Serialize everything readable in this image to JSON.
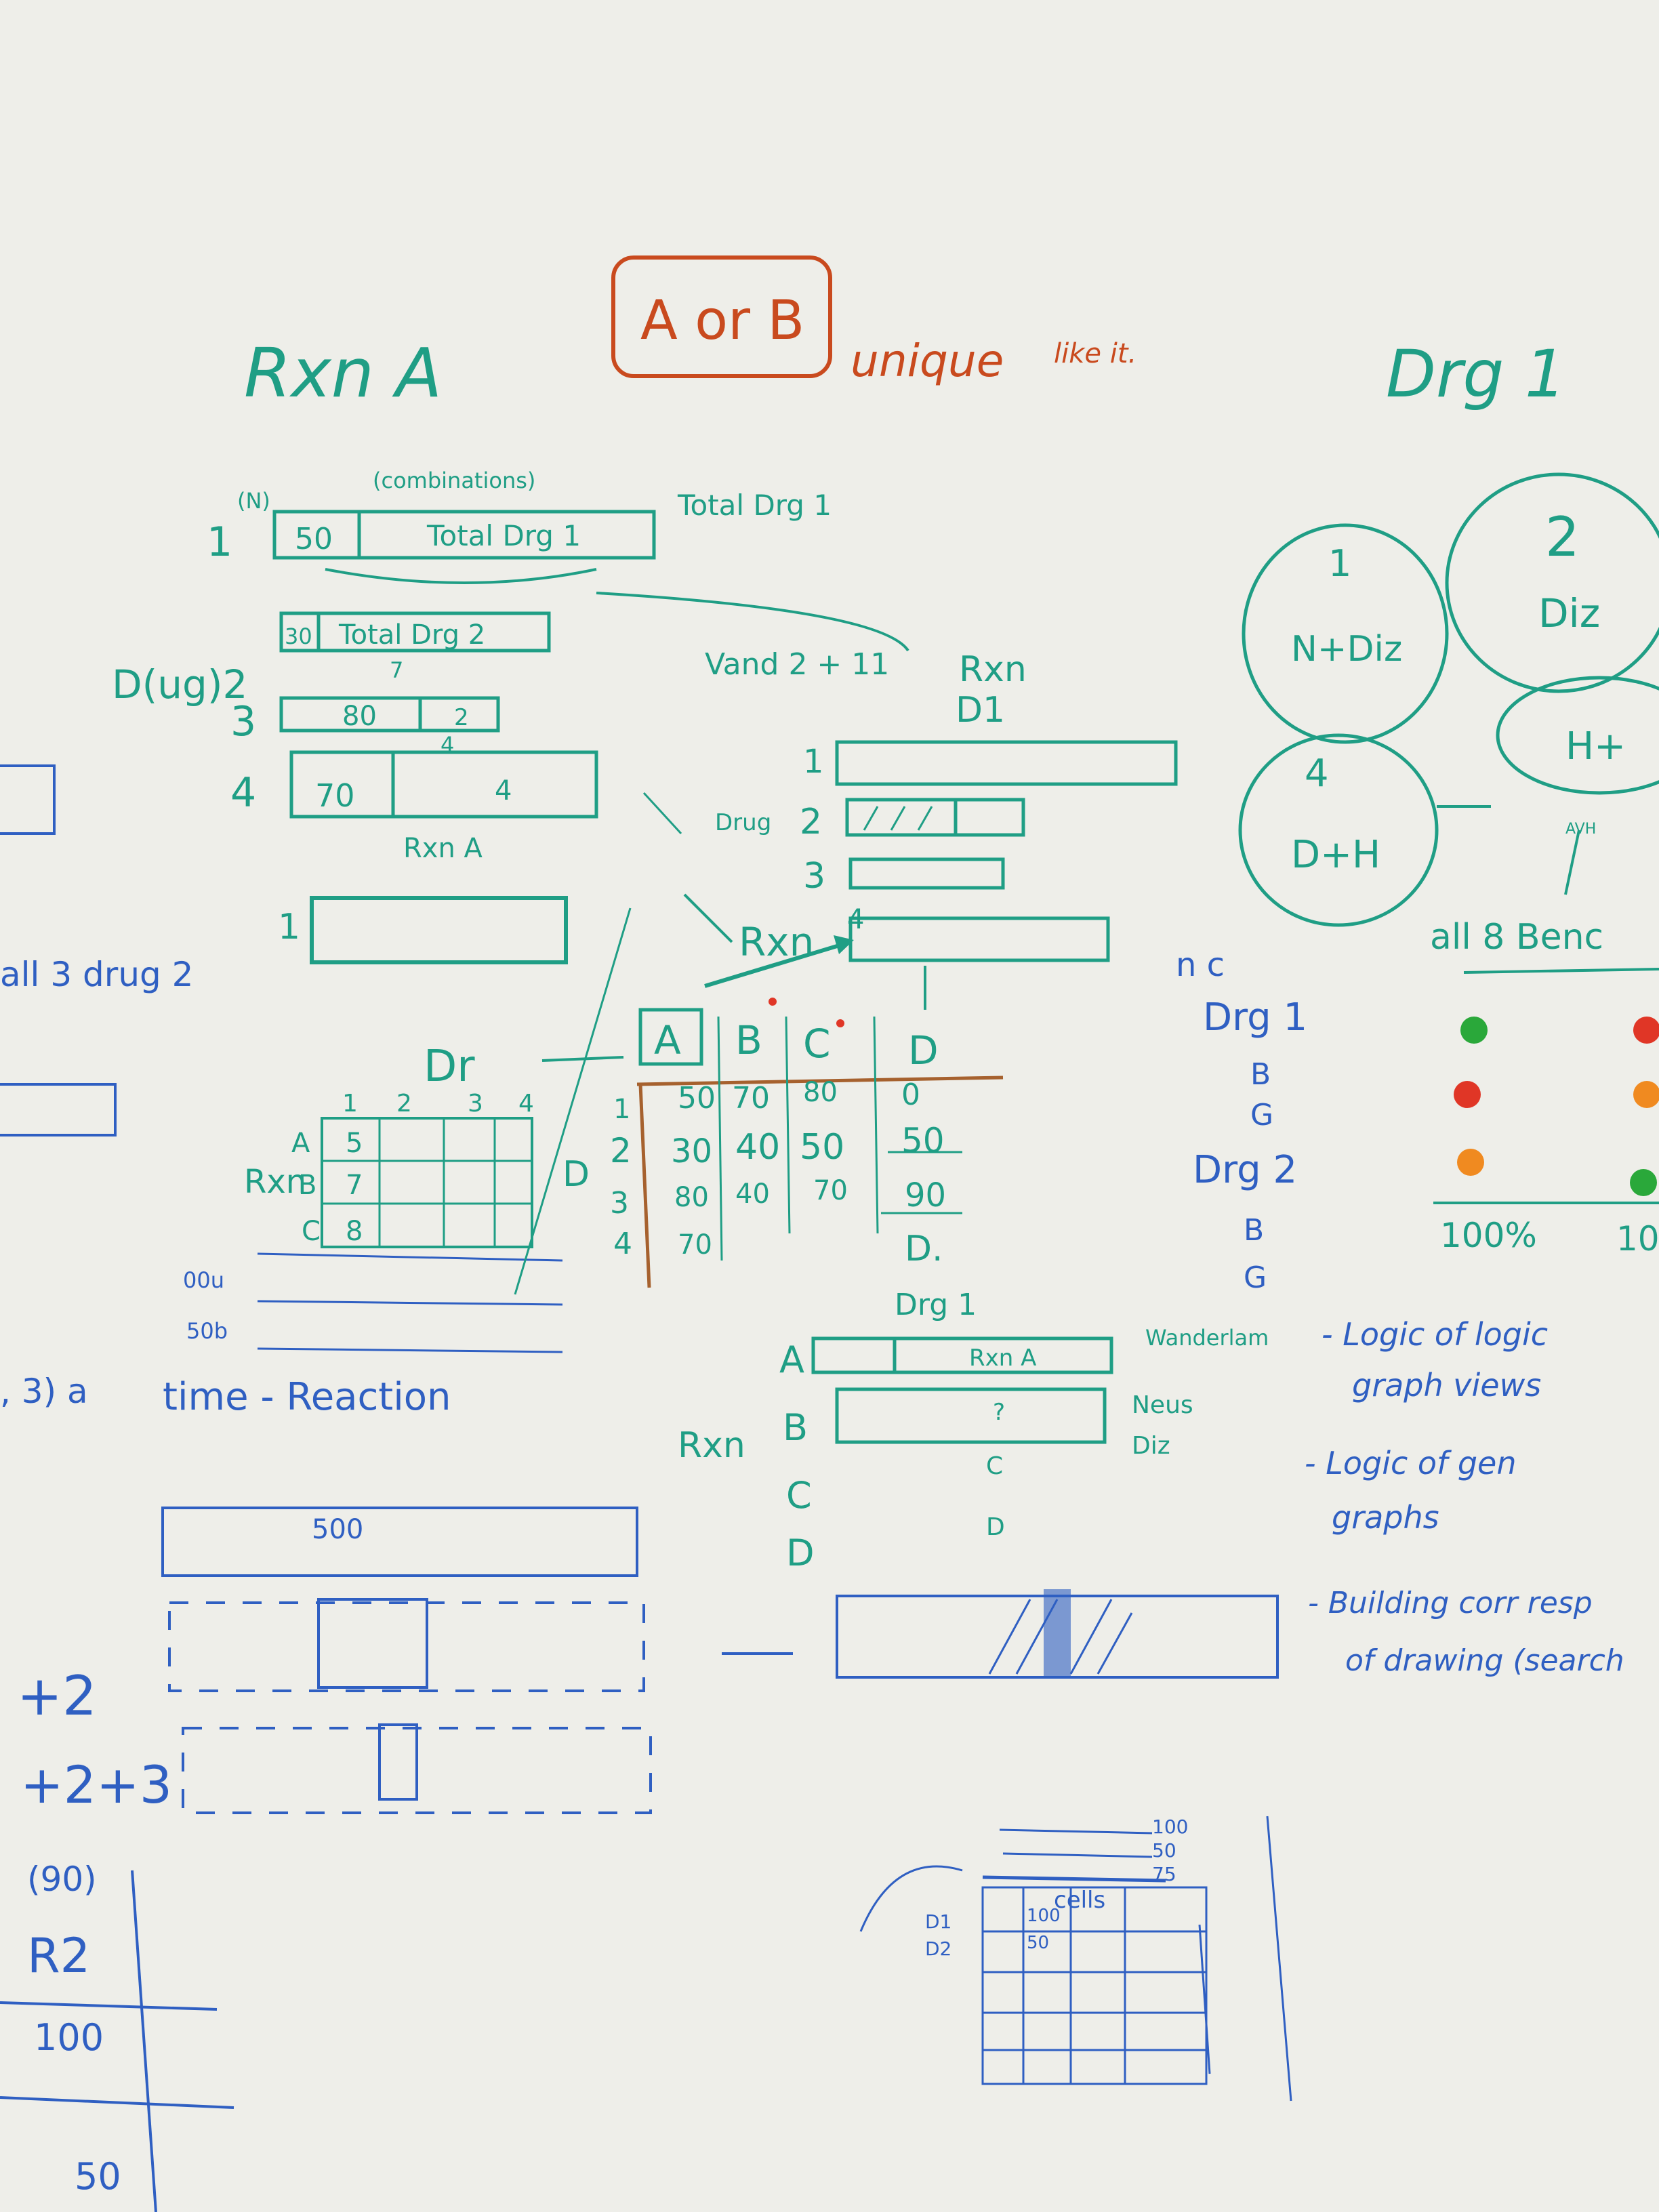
{
  "colors": {
    "board": "#eeeee9",
    "teal": "#1f9e85",
    "blue": "#2f5fc2",
    "red": "#c94a1e",
    "dot_green": "#2aa83a",
    "dot_red": "#e03626",
    "dot_orange": "#f08a20"
  },
  "top": {
    "title_left": "Rxn A",
    "title_center": "A or B",
    "unique": "unique",
    "unique_tail": "like it.",
    "title_right": "Drg 1"
  },
  "drug_sketch": {
    "row_labels": [
      "1",
      "D(ug)2",
      "3",
      "4"
    ],
    "paren_left": "(N)",
    "paren_top": "(combinations)",
    "bar1_left": "50",
    "bar1_text": "Total Drg 1",
    "bar1_side": "Total Drg 1",
    "bar2_left": "30",
    "bar2_text": "Total Drg 2",
    "bar3_top": "7",
    "bar3_left": "80",
    "bar3_right": "2",
    "bar4_top": "4",
    "bar4_left": "70",
    "bar4_right": "4",
    "rxn_caption": "Rxn A",
    "bar5_label": "1"
  },
  "left_edge": {
    "note_1": "all 3 drug 2",
    "note_2": ", 3) a",
    "note_3": "+2",
    "note_4": "+2+3",
    "note_5": "(90)",
    "note_6": "R2",
    "note_7": "100",
    "note_8": "50"
  },
  "small_grid": {
    "title": "Dr",
    "col_labels": [
      "1",
      "2",
      "3",
      "4"
    ],
    "row_labels": [
      "A",
      "B",
      "C"
    ],
    "rxn_label": "Rxn",
    "cells": [
      "5",
      "7",
      "8"
    ],
    "row_notes": [
      "00u",
      "50b"
    ],
    "bottom": "time - Reaction"
  },
  "center_bars": {
    "caption_top": "Vand 2 + 11",
    "caption_rxn": "Rxn",
    "caption_d1": "D1",
    "row_labels": [
      "1",
      "2",
      "3",
      "4"
    ],
    "drug_label": "Drug"
  },
  "matrix": {
    "title": "Rxn",
    "cols": [
      "A",
      "B",
      "C",
      "D"
    ],
    "side_label": "D",
    "rows": [
      {
        "label": "1",
        "cells": [
          "50",
          "70",
          "80",
          "0"
        ]
      },
      {
        "label": "2",
        "cells": [
          "30",
          "40",
          "50",
          "50"
        ]
      },
      {
        "label": "3",
        "cells": [
          "80",
          "40",
          "70",
          "90"
        ]
      },
      {
        "label": "4",
        "cells": [
          "70",
          "",
          "",
          "D."
        ]
      }
    ]
  },
  "lower_bars": {
    "caption": "Drg 1",
    "row_labels": [
      "A",
      "B",
      "C",
      "D"
    ],
    "rxn_label": "Rxn",
    "bar_a_text": "Rxn A",
    "bar_b_text": "?",
    "c_text": "C",
    "d_text": "D",
    "side_a": "Wanderlam",
    "side_b": "Neus",
    "side_c": "Diz"
  },
  "right_col": {
    "list_top": "n c",
    "drg1": "Drg 1",
    "b1": "B",
    "g1": "G",
    "drg2": "Drg 2",
    "b2": "B",
    "g2": "G"
  },
  "circles": {
    "c1_top": "1",
    "c1_text": "N+Diz",
    "c2_top": "2",
    "c2_text": "Diz",
    "c3_top": "4",
    "c3_text": "D+H",
    "c4_text": "H+",
    "arrow_label": "AVH"
  },
  "dot_grid": {
    "title": "all 8 Benc",
    "foot_left": "100%",
    "foot_right": "10"
  },
  "notes": {
    "n1a": "- Logic of logic",
    "n1b": "graph views",
    "n2a": "- Logic of gen",
    "n2b": "graphs",
    "n3a": "- Building corr resp",
    "n3b": "of drawing (search"
  },
  "bottom_left": {
    "bar_text": "500"
  },
  "bottom_right": {
    "labels": [
      "100",
      "50",
      "75"
    ],
    "row_a": "D1",
    "row_b": "D2",
    "cell_a": "100",
    "cell_b": "50",
    "header": "cells"
  }
}
